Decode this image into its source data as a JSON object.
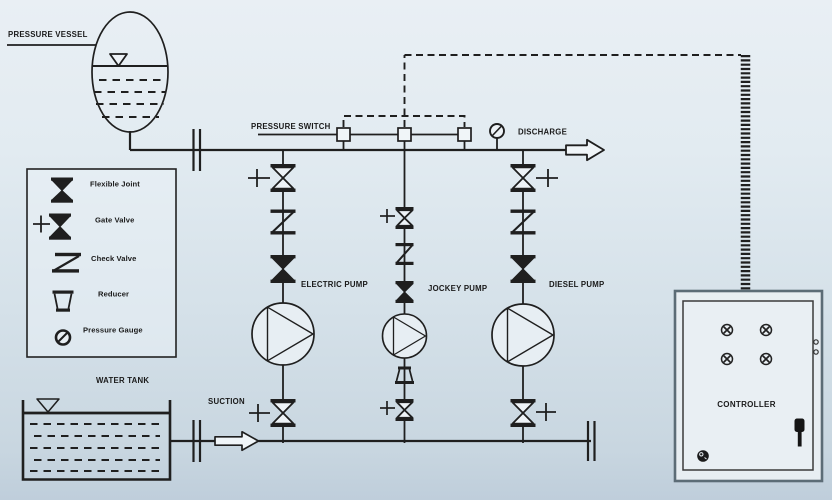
{
  "diagram": {
    "type": "fire-pump-system-schematic",
    "labels": {
      "pressure_vessel": "PRESSURE VESSEL",
      "pressure_switch": "PRESSURE SWITCH",
      "discharge": "DISCHARGE",
      "suction": "SUCTION",
      "water_tank": "WATER TANK",
      "electric_pump": "ELECTRIC PUMP",
      "jockey_pump": "JOCKEY PUMP",
      "diesel_pump": "DIESEL PUMP",
      "controller": "CONTROLLER"
    },
    "legend": {
      "items": [
        {
          "symbol": "flexible-joint-icon",
          "label": "Flexible Joint"
        },
        {
          "symbol": "gate-valve-icon",
          "label": "Gate Valve"
        },
        {
          "symbol": "check-valve-icon",
          "label": "Check Valve"
        },
        {
          "symbol": "reducer-icon",
          "label": "Reducer"
        },
        {
          "symbol": "pressure-gauge-icon",
          "label": "Pressure Gauge"
        }
      ]
    },
    "pressure_switch_count": 3,
    "controller_indicator_count": 4,
    "colors": {
      "background_top": "#e9eff4",
      "background_bottom": "#bfcedb",
      "line": "#1f1f1f",
      "panel_border": "#5c6c76",
      "panel_fill": "#e8eef2"
    }
  }
}
